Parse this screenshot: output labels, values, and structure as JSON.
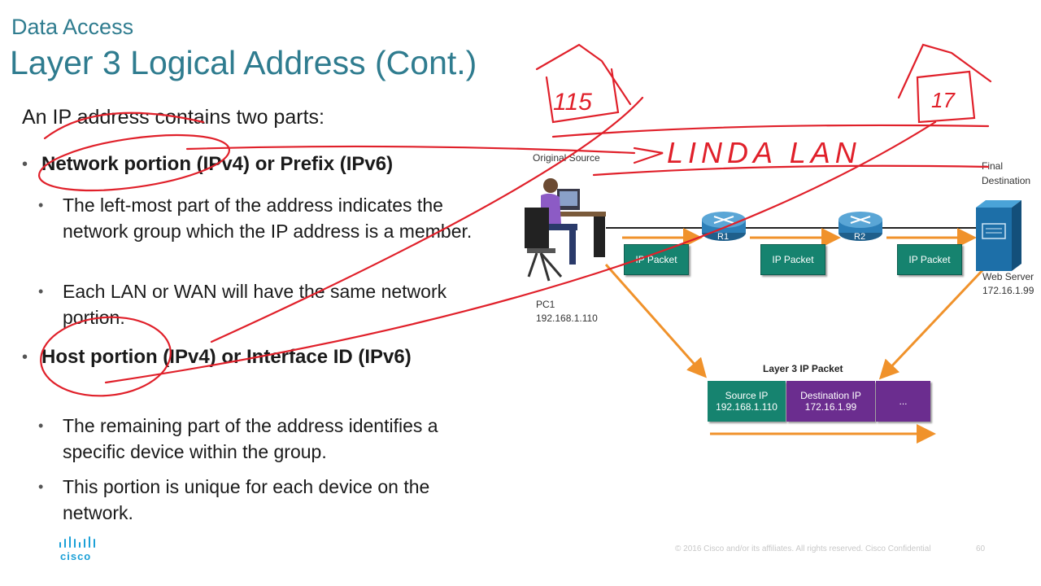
{
  "header": {
    "subtitle": "Data Access",
    "title": "Layer 3 Logical Address (Cont.)"
  },
  "content": {
    "intro": "An IP address contains two parts:",
    "bullets": [
      {
        "label": "Network portion (IPv4) or Prefix (IPv6)",
        "subs": [
          "The left-most part of the address indicates the network group which the IP address is a member.",
          "Each LAN or WAN will have the same network portion."
        ]
      },
      {
        "label": "Host portion (IPv4) or Interface ID (IPv6)",
        "subs": [
          "The remaining part of the address identifies a specific device within the group.",
          "This portion is unique for each device on the network."
        ]
      }
    ]
  },
  "diagram": {
    "original_source": "Original Source",
    "final_destination_line1": "Final",
    "final_destination_line2": "Destination",
    "pc_name": "PC1",
    "pc_ip": "192.168.1.110",
    "router1": "R1",
    "router2": "R2",
    "server_name": "Web Server",
    "server_ip": "172.16.1.99",
    "packet_label": "IP Packet",
    "layer3_title": "Layer 3 IP Packet",
    "source_ip_label": "Source IP",
    "source_ip_value": "192.168.1.110",
    "dest_ip_label": "Destination IP",
    "dest_ip_value": "172.16.1.99",
    "ellipsis": "..."
  },
  "annotations": {
    "left_house_text": "115",
    "right_house_text": "17",
    "middle_text": "LINDA LAN"
  },
  "footer": {
    "logo_text": "cisco",
    "copyright": "© 2016  Cisco and/or its affiliates. All rights reserved.   Cisco Confidential",
    "page_number": "60"
  },
  "colors": {
    "title": "#2f7c8f",
    "packet_green": "#16836f",
    "packet_purple": "#6b2d8f",
    "arrow_orange": "#f0922b",
    "ink_red": "#e0202a",
    "router_blue": "#2c7fb8",
    "cisco_blue": "#1ba0d7"
  }
}
